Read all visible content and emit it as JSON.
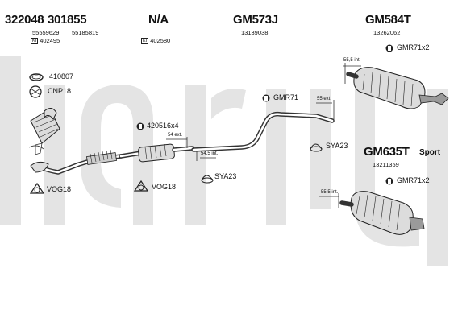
{
  "parts": {
    "p1": {
      "numbers": [
        "322048",
        "301855"
      ],
      "refs": [
        "55559629",
        "55185819"
      ],
      "cat_label": "KI",
      "cat_number": "402495"
    },
    "p2": {
      "number": "N/A",
      "cat_label": "KI",
      "cat_number": "402580"
    },
    "p3": {
      "number": "GM573J",
      "ref": "13139038"
    },
    "p4": {
      "number": "GM584T",
      "ref": "13262062"
    },
    "p5": {
      "number": "GM635T",
      "variant": "Sport",
      "ref": "13211359"
    }
  },
  "labels": {
    "clamp_410807": "410807",
    "cnp18": "CNP18",
    "bolt_kit": "420516x4",
    "vog18_a": "VOG18",
    "vog18_b": "VOG18",
    "sya23_a": "SYA23",
    "sya23_b": "SYA23",
    "gmr71": "GMR71",
    "gmr71x2_a": "GMR71x2",
    "gmr71x2_b": "GMR71x2"
  },
  "dimensions": {
    "d1": "55,5 int.",
    "d2": "54 ext.",
    "d3": "54,5 int.",
    "d4": "55 ext.",
    "d5": "55,5 int."
  },
  "colors": {
    "watermark": "#e4e4e4",
    "line": "#333333",
    "muffler": "#dcdcdc"
  }
}
